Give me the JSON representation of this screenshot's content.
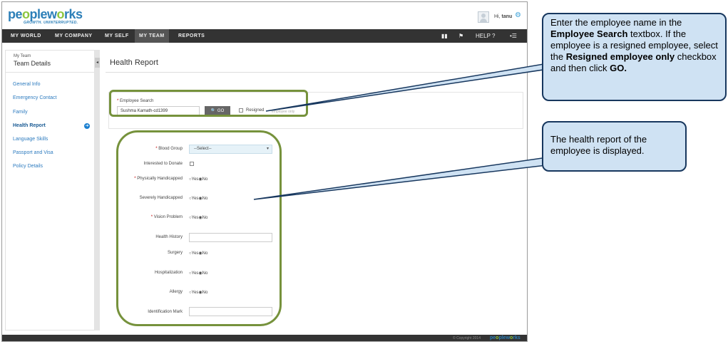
{
  "header": {
    "logo_main": "pe",
    "logo_o1": "o",
    "logo_mid": "plew",
    "logo_o2": "o",
    "logo_end": "rks",
    "tagline": "GROWTH. UNINTERRUPTED.",
    "greeting_prefix": "Hi,",
    "user_name": "tanu",
    "settings_icon": "⚙"
  },
  "nav": {
    "items": [
      "MY WORLD",
      "MY COMPANY",
      "MY SELF",
      "MY TEAM",
      "REPORTS"
    ],
    "active": "MY TEAM",
    "help_label": "HELP",
    "help_icon": "?",
    "icon_book": "▮▮",
    "icon_flag": "⚑",
    "icon_menu": "•☰"
  },
  "sidebar": {
    "subtitle": "My Team",
    "title": "Team Details",
    "items": [
      "General Info",
      "Emergency Contact",
      "Family",
      "Health Report",
      "Language Skills",
      "Passport and Visa",
      "Policy Details"
    ],
    "active": "Health Report",
    "active_arrow": "➜",
    "collapse_arrow": "◂"
  },
  "main": {
    "page_title": "Health Report",
    "search": {
      "required_marker": "*",
      "label": "Employee Search",
      "value": "Sushma Kamath-cd1399",
      "go_label": "GO",
      "go_icon": "🔍",
      "resigned_label": "Resigned",
      "resigned_overflow": "employee only"
    },
    "form": {
      "required_marker": "*",
      "blood_group_label": "Blood Group",
      "blood_group_value": "--Select--",
      "select_arrow": "▾",
      "donate_label": "Interested to Donate",
      "physically_label": "Physically Handicapped",
      "severely_label": "Severely Handicapped",
      "vision_label": "Vision Problem",
      "history_label": "Health History",
      "surgery_label": "Surgery",
      "hospitalization_label": "Hospitalization",
      "allergy_label": "Allergy",
      "identification_label": "Identification Mark",
      "yes_label": "○Yes",
      "no_label": "◉No"
    }
  },
  "footer": {
    "copyright": "© Copyright 2014",
    "logo_main": "pe",
    "logo_o1": "o",
    "logo_mid": "plew",
    "logo_o2": "o",
    "logo_end": "rks"
  },
  "callouts": {
    "search_text_1": "Enter the employee name in the ",
    "search_bold_1": "Employee Search",
    "search_text_2": " textbox. If the employee is a resigned employee, select the ",
    "search_bold_2": "Resigned employee only",
    "search_text_3": " checkbox and then click ",
    "search_bold_3": "GO.",
    "report_text": "The health report of the employee is displayed."
  },
  "colors": {
    "highlight": "#76923c",
    "callout_fill": "#cfe2f3",
    "callout_border": "#17375e",
    "nav_bg": "#333333",
    "link": "#2d7bbf",
    "required": "#c00000"
  }
}
